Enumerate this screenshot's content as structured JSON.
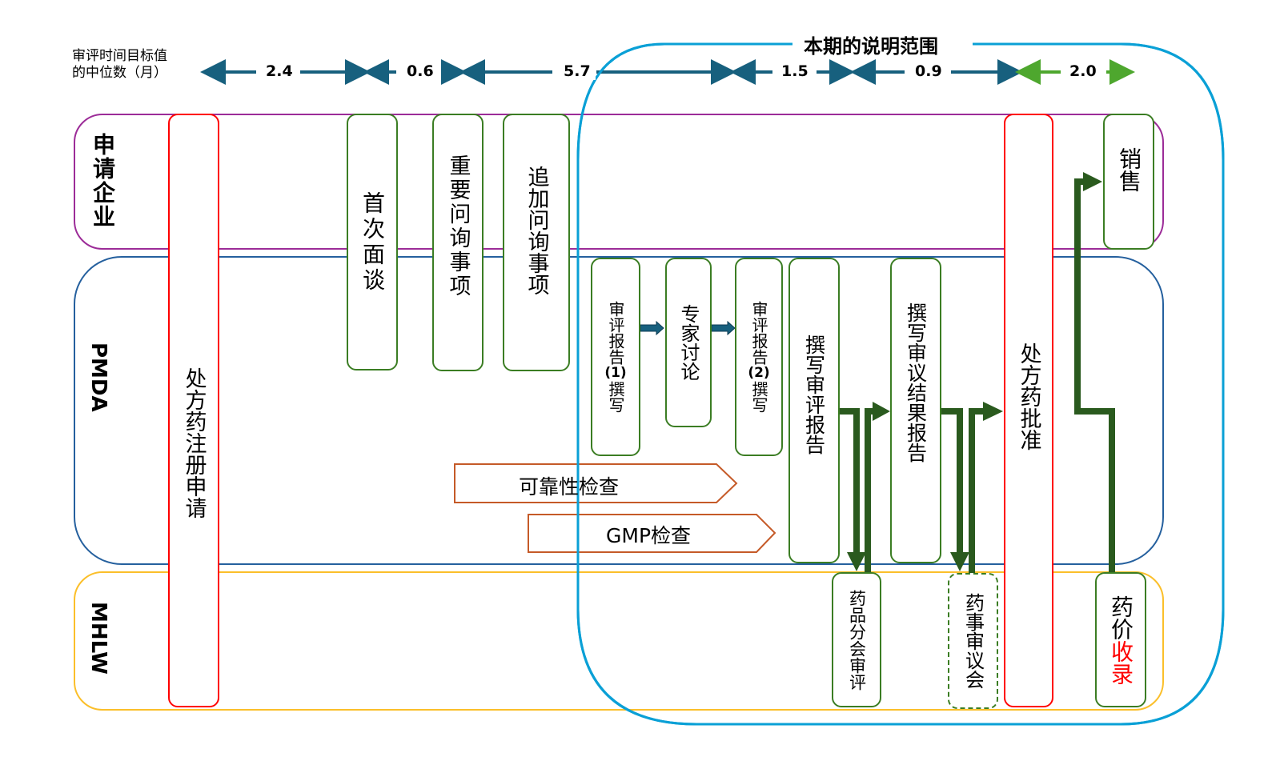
{
  "timeline": {
    "legend_line1": "审评时间目标值",
    "legend_line2": "的中位数（月）",
    "segments": [
      "2.4",
      "0.6",
      "5.7",
      "1.5",
      "0.9",
      "2.0"
    ]
  },
  "scope": {
    "title": "本期的说明范围",
    "color": "#0aa0d6"
  },
  "lanes": {
    "company": {
      "label": "申请企业",
      "color": "#9c2c98"
    },
    "pmda": {
      "label": "PMDA",
      "color": "#25609e"
    },
    "mhlw": {
      "label": "MHLW",
      "color": "#fbbf2a"
    }
  },
  "boxes": {
    "application": "处方药注册申请",
    "first_meeting": "首次面谈",
    "important_inquiry": "重要问询事项",
    "additional_inquiry": "追加问询事项",
    "review_report_1_a": "审评报告",
    "review_report_1_b": "(1)",
    "review_report_1_c": "撰写",
    "expert_discussion": "专家讨论",
    "review_report_2_a": "审评报告",
    "review_report_2_b": "(2)",
    "review_report_2_c": "撰写",
    "write_review_report": "撰写审评报告",
    "write_deliberation_report": "撰写审议结果报告",
    "approval": "处方药批准",
    "sales": "销售",
    "drug_subcommittee": "药品分会审评",
    "pharma_council": "药事审议会",
    "price_listing_a": "药价",
    "price_listing_b": "收录"
  },
  "inspections": {
    "reliability": "可靠性检查",
    "gmp": "GMP检查"
  },
  "colors": {
    "box_border": "#3b7d23",
    "approval_border": "#ff0000",
    "timeline_arrow": "#17607e",
    "timeline_arrow_last": "#4ea72e",
    "flow_arrow": "#2a5a1e",
    "inspection_border": "#c55a28"
  }
}
